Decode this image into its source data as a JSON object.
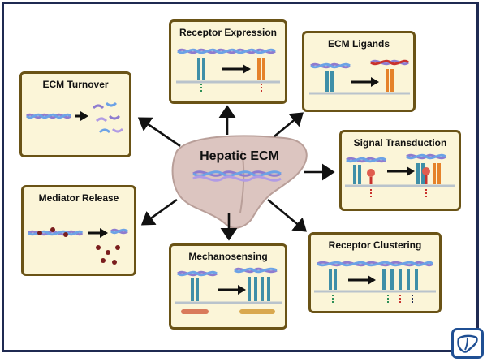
{
  "center": {
    "title": "Hepatic ECM"
  },
  "panels": [
    {
      "id": "ecm-turnover",
      "title": "ECM Turnover"
    },
    {
      "id": "receptor-expression",
      "title": "Receptor Expression"
    },
    {
      "id": "ecm-ligands",
      "title": "ECM Ligands"
    },
    {
      "id": "signal-transduction",
      "title": "Signal Transduction"
    },
    {
      "id": "mediator-release",
      "title": "Mediator Release"
    },
    {
      "id": "mechanosensing",
      "title": "Mechanosensing"
    },
    {
      "id": "receptor-clustering",
      "title": "Receptor Clustering"
    }
  ],
  "colors": {
    "panel_fill": "#fbf5d8",
    "panel_border": "#6a5316",
    "frame": "#1f2a52",
    "liver": "#dcc5c0",
    "fiber_purple": "#8e7ccf",
    "fiber_blue": "#6ca2e6",
    "receptor_teal": "#3f8fa8",
    "receptor_orange": "#e5822a",
    "membrane": "#b9c3cc"
  },
  "icons": [
    "liver-logo-icon"
  ]
}
